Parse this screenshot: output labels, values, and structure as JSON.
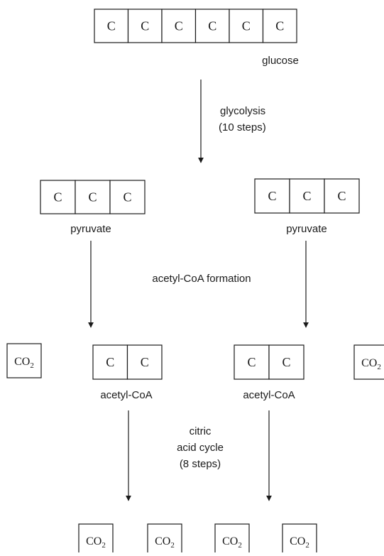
{
  "diagram": {
    "atom_symbol": "C",
    "co2": {
      "main": "CO",
      "sub": "2"
    },
    "molecules": {
      "glucose": {
        "label": "glucose",
        "carbons": 6
      },
      "pyruvate": {
        "label": "pyruvate",
        "carbons": 3
      },
      "acetyl_coa": {
        "label": "acetyl-CoA",
        "carbons": 2
      }
    },
    "steps": {
      "glycolysis": {
        "line1": "glycolysis",
        "line2": "(10 steps)"
      },
      "acetyl_coa_formation": {
        "line1": "acetyl-CoA formation"
      },
      "citric_acid_cycle": {
        "line1": "citric",
        "line2": "acid cycle",
        "line3": "(8 steps)"
      }
    },
    "colors": {
      "ink": "#1a1a1a",
      "background": "#ffffff"
    }
  }
}
